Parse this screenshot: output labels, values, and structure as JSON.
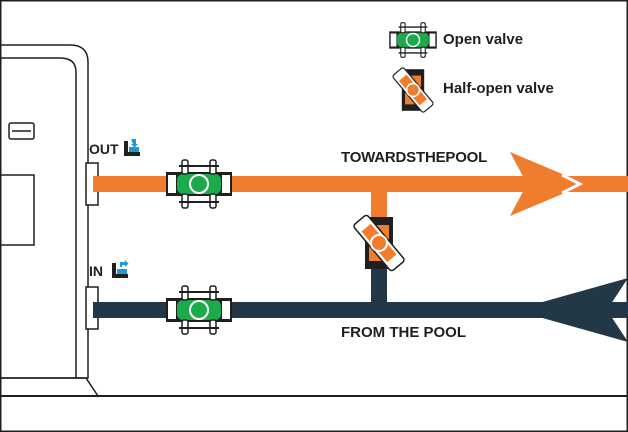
{
  "legend": {
    "open_valve": "Open valve",
    "half_open_valve": "Half-open valve"
  },
  "ports": {
    "out": "OUT",
    "in": "IN"
  },
  "flows": {
    "towards_pool": "TOWARDSTHEPOOL",
    "from_pool": "FROM THE POOL"
  },
  "colors": {
    "outlet_pipe": "#ef7d2d",
    "inlet_pipe": "#233847",
    "valve_green": "#1bab4b",
    "valve_orange": "#ef7d2d",
    "port_icon_blue": "#1e9ad6"
  }
}
